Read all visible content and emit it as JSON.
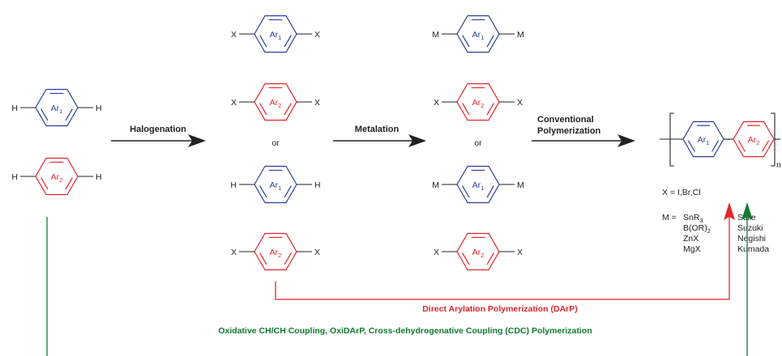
{
  "colors": {
    "blue": "#2b3f9c",
    "red": "#e3262c",
    "green": "#117a32",
    "black": "#222222"
  },
  "molecules": [
    {
      "left": "H",
      "right": "H",
      "ring": "Ar",
      "ring_sub": "1",
      "color": "blue"
    },
    {
      "left": "H",
      "right": "H",
      "ring": "Ar",
      "ring_sub": "2",
      "color": "red"
    },
    {
      "left": "X",
      "right": "X",
      "ring": "Ar",
      "ring_sub": "1",
      "color": "blue"
    },
    {
      "left": "X",
      "right": "X",
      "ring": "Ar",
      "ring_sub": "2",
      "color": "red"
    },
    {
      "left": "H",
      "right": "H",
      "ring": "Ar",
      "ring_sub": "1",
      "color": "blue"
    },
    {
      "left": "X",
      "right": "X",
      "ring": "Ar",
      "ring_sub": "2",
      "color": "red"
    },
    {
      "left": "M",
      "right": "M",
      "ring": "Ar",
      "ring_sub": "1",
      "color": "blue"
    },
    {
      "left": "X",
      "right": "X",
      "ring": "Ar",
      "ring_sub": "2",
      "color": "red"
    },
    {
      "left": "M",
      "right": "M",
      "ring": "Ar",
      "ring_sub": "1",
      "color": "blue"
    },
    {
      "left": "X",
      "right": "X",
      "ring": "Ar",
      "ring_sub": "2",
      "color": "red"
    }
  ],
  "or_label": "or",
  "arrows": {
    "halogenation": "Halogenation",
    "metalation": "Metalation",
    "conventional": [
      "Conventional",
      "Polymerization"
    ]
  },
  "polymer": {
    "ring1": {
      "ring": "Ar",
      "ring_sub": "1"
    },
    "ring2": {
      "ring": "Ar",
      "ring_sub": "2"
    },
    "repeat": "n"
  },
  "halides": "X = I,Br,Cl",
  "reagents": {
    "prefix": "M =",
    "rows": [
      {
        "reagent": "SnR",
        "sub": "3",
        "name": "Stille"
      },
      {
        "reagent": "B(OR)",
        "sub": "2",
        "name": "Suzuki"
      },
      {
        "reagent": "ZnX",
        "sub": "",
        "name": "Negishi"
      },
      {
        "reagent": "MgX",
        "sub": "",
        "name": "Kumada"
      }
    ]
  },
  "darp_label": "Direct Arylation Polymerization (DArP)",
  "cdc_label": "Oxidative CH/CH Coupling, OxiDArP, Cross-dehydrogenative Coupling (CDC) Polymerization"
}
